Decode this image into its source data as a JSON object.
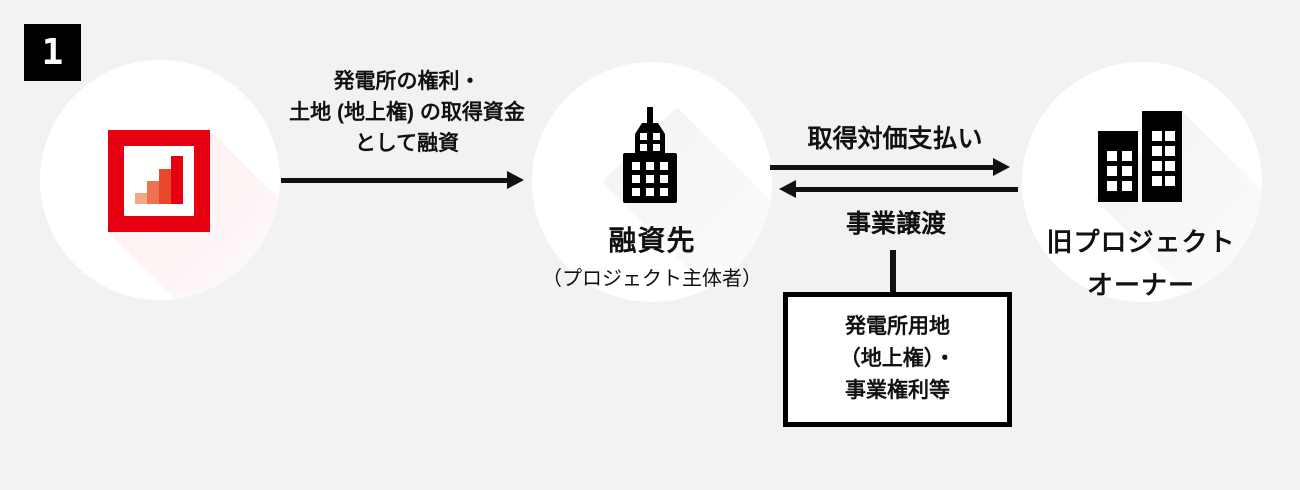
{
  "page": {
    "background_color": "#f2f2f2",
    "ink_color": "#111111"
  },
  "step_badge": {
    "number": "1"
  },
  "nodes": {
    "lender": {
      "icon": "bar-chart-logo-icon",
      "logo_colors": {
        "frame": "#e60012",
        "bar1": "#f4a687",
        "bar2": "#ee7251",
        "bar3": "#e8492b",
        "bar4": "#e60012"
      }
    },
    "borrower": {
      "icon": "office-building-icon",
      "title": "融資先",
      "subtitle": "（プロジェクト主体者）"
    },
    "old_owner": {
      "icon": "two-buildings-icon",
      "title_lines": [
        "旧プロジェクト",
        "オーナー"
      ]
    }
  },
  "flows": {
    "loan": {
      "direction": "right",
      "label_lines": [
        "発電所の権利・",
        "土地 (地上権) の取得資金",
        "として融資"
      ]
    },
    "payment": {
      "direction": "right",
      "label": "取得対価支払い"
    },
    "transfer": {
      "direction": "left",
      "label": "事業譲渡"
    }
  },
  "asset_box": {
    "lines": [
      "発電所用地",
      "（地上権）・",
      "事業権利等"
    ]
  }
}
